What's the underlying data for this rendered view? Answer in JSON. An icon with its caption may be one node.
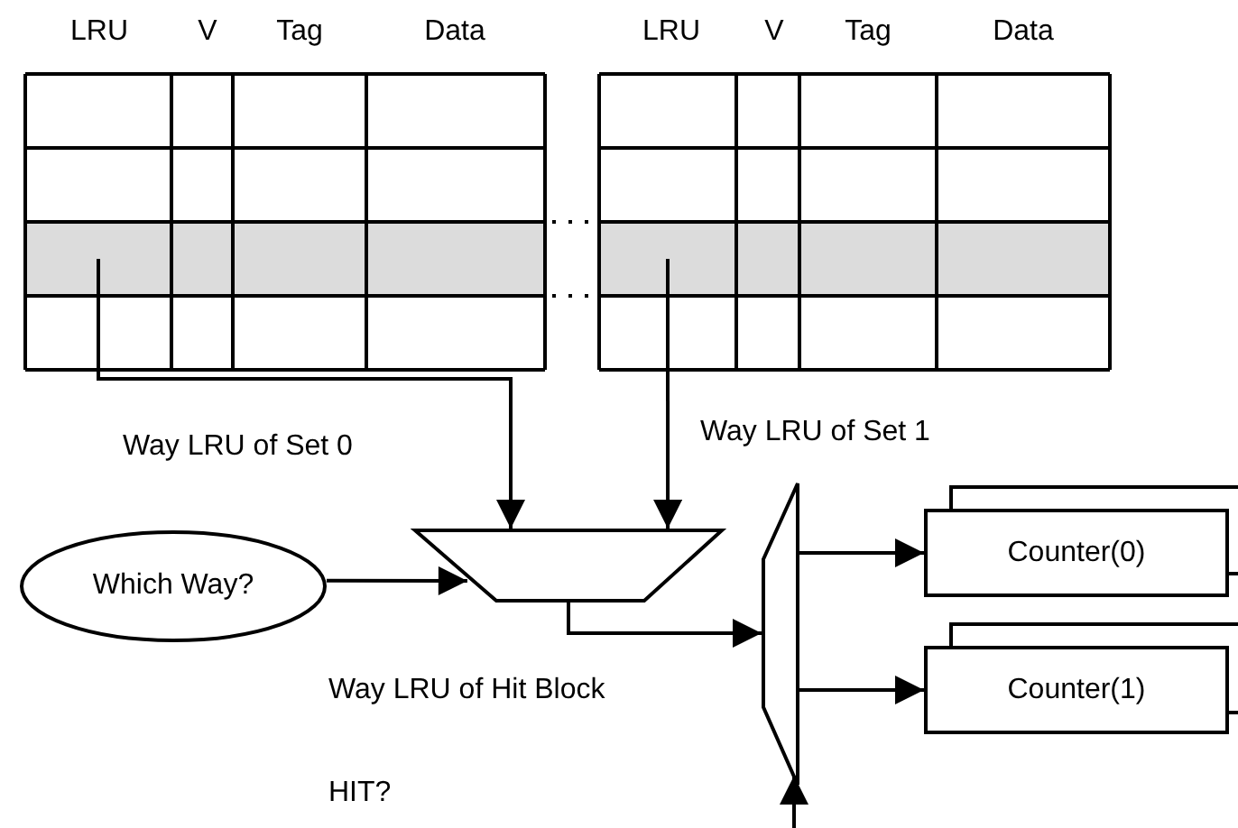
{
  "diagram": {
    "nodes": [
      {
        "text": [],
        "shape": "box"
      },
      {
        "text": [],
        "shape": "box"
      },
      {
        "text": [
          "Which Way?"
        ]
      },
      {
        "text": [],
        "shape": "trapezoid"
      },
      {
        "text": [],
        "shape": "trapezoid"
      },
      {
        "text": [
          "Counter(0)"
        ]
      },
      {
        "text": [
          "Counter(1)"
        ]
      }
    ],
    "edges": [
      {
        "from": 0,
        "to": 3,
        "arrow": "to",
        "label": "Way LRU of Set 0"
      },
      {
        "from": 1,
        "to": 3,
        "arrow": "to",
        "label": "Way LRU of Set 1"
      },
      {
        "from": 2,
        "to": 3,
        "arrow": "to"
      },
      {
        "from": 3,
        "to": 4,
        "arrow": "to",
        "label": "Way LRU of Hit Block"
      },
      {
        "from": 4,
        "to": 5,
        "arrow": "to"
      },
      {
        "from": 4,
        "to": 6,
        "arrow": "to"
      },
      {
        "from": null,
        "to": 4,
        "arrow": "to"
      },
      {
        "from": 5,
        "to": null,
        "arrow": "none"
      },
      {
        "from": 6,
        "to": null,
        "arrow": "none"
      }
    ],
    "labels": [
      "LRU",
      "V",
      "Tag",
      "Data",
      "LRU",
      "V",
      "Tag",
      "Data",
      "HIT?"
    ]
  }
}
